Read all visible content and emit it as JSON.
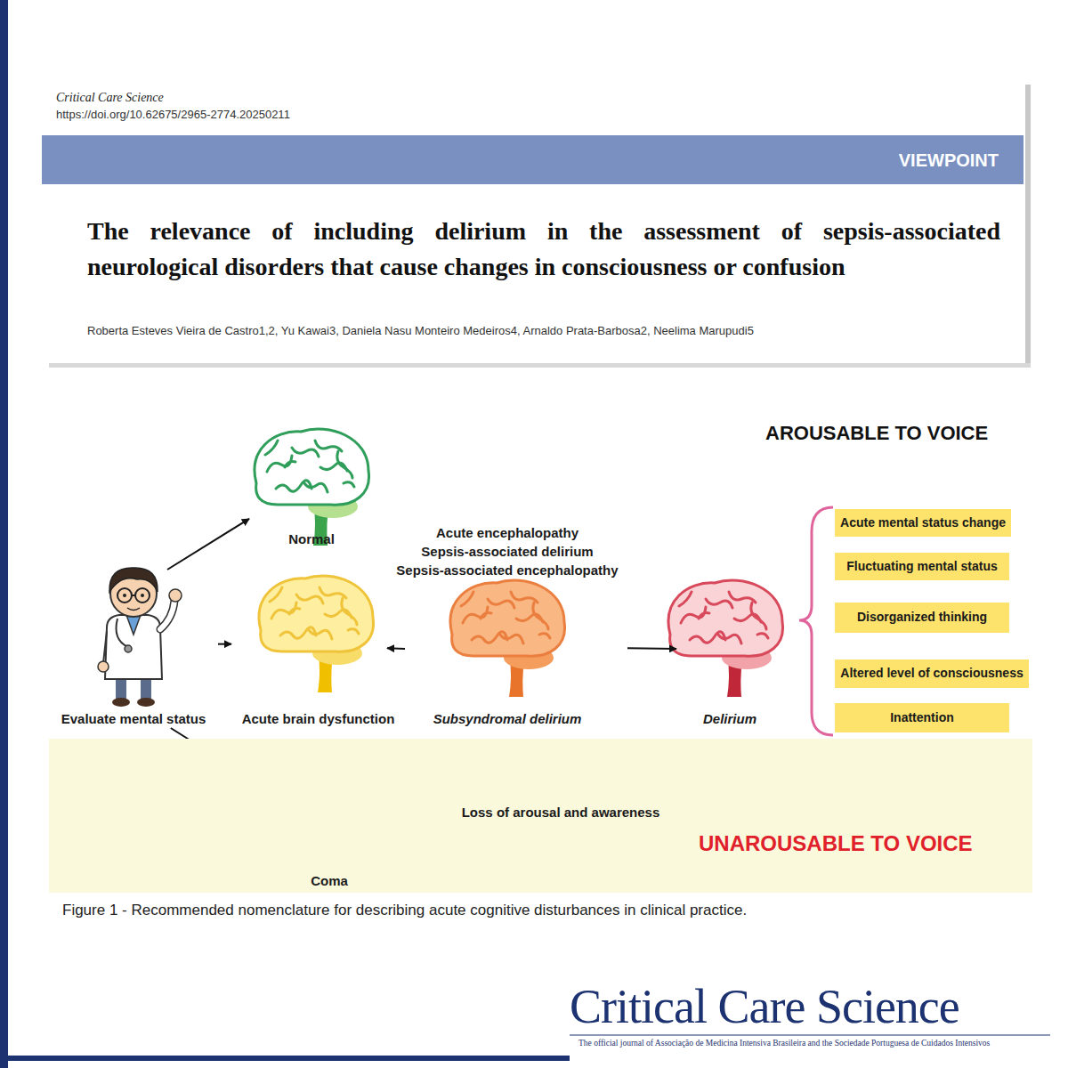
{
  "diagram": {
    "title": "The relevance of including delirium in the assessment of sepsis-associated neurological disorders that cause changes in consciousness or confusion",
    "caption": "Figure 1 - Recommended nomenclature for describing acute cognitive disturbances in clinical practice.",
    "nodes": [
      {
        "text": [
          "VIEWPOINT"
        ]
      },
      {
        "text": [
          "Evaluate mental status"
        ]
      },
      {
        "text": [
          "Normal"
        ]
      },
      {
        "text": [
          "Acute brain dysfunction"
        ]
      },
      {
        "text": [
          "Acute encephalopathy",
          "Sepsis-associated delirium",
          "Sepsis-associated encephalopathy",
          "Subsyndromal delirium"
        ]
      },
      {
        "text": [
          "Delirium"
        ]
      },
      {
        "text": [
          "Acute mental status change"
        ]
      },
      {
        "text": [
          "Fluctuating mental status"
        ]
      },
      {
        "text": [
          "Disorganized thinking"
        ]
      },
      {
        "text": [
          "Altered level of consciousness"
        ]
      },
      {
        "text": [
          "Inattention"
        ]
      },
      {
        "text": [
          "UNAROUSABLE TO VOICE"
        ]
      },
      {
        "text": [
          "Coma"
        ],
        "in": 11
      },
      {
        "text": [
          "Loss of arousal and awareness"
        ],
        "in": 11
      }
    ],
    "edges": [
      {
        "from": 1,
        "to": 2,
        "arrow": "to"
      },
      {
        "from": 1,
        "to": 3,
        "arrow": "to"
      },
      {
        "from": 1,
        "to": 12,
        "arrow": "to"
      },
      {
        "from": 3,
        "to": 4,
        "arrow": "to"
      },
      {
        "from": 4,
        "to": 5,
        "arrow": "to"
      },
      {
        "from": 12,
        "to": 13,
        "arrow": "to"
      }
    ],
    "labels": [
      "Critical Care Science",
      "https://doi.org/10.62675/2965-2774.20250211",
      "Roberta Esteves Vieira de Castro1,2, Yu Kawai3, Daniela Nasu Monteiro Medeiros4, Arnaldo Prata-Barbosa2, Neelima Marupudi5",
      "AROUSABLE TO VOICE",
      "Critical Care Science",
      "The official journal of Associação de Medicina Intensiva Brasileira and the Sociedade Portuguesa de Cuidados Intensivos"
    ]
  }
}
